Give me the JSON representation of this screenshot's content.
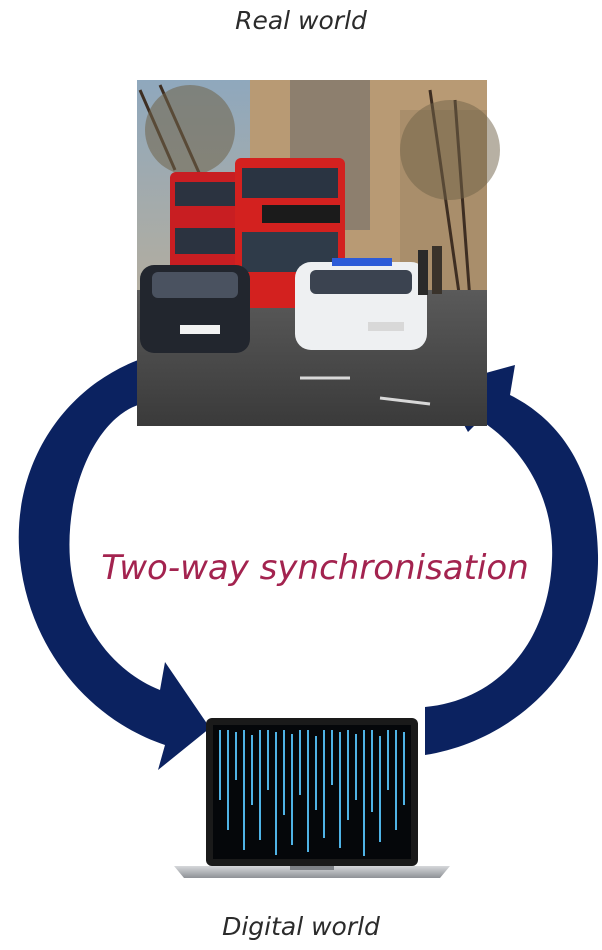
{
  "labels": {
    "top": "Real world",
    "center": "Two-way synchronisation",
    "bottom": "Digital world"
  },
  "colors": {
    "arrow": "#0b2260",
    "center_text": "#a3234f",
    "label_text": "#2b2b2b",
    "matrix_code": "#4fb3e6"
  },
  "images": {
    "top": "street-scene-photo",
    "bottom": "laptop-with-matrix-code"
  }
}
